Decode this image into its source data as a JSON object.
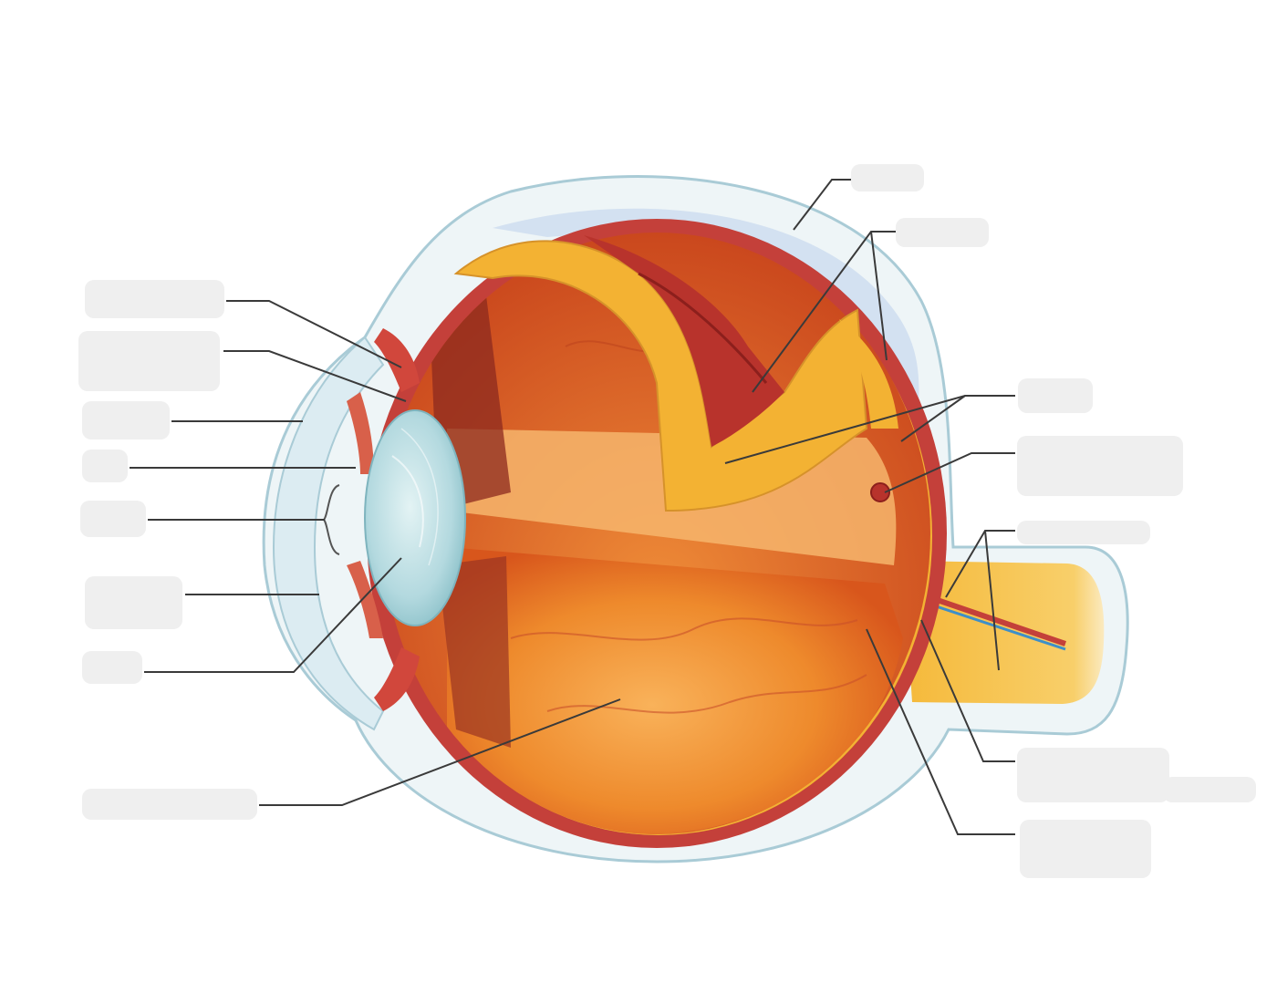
{
  "figure": {
    "kind": "eye-anatomy-blank-labels",
    "colors": {
      "background": "#ffffff",
      "sclera_outer": "#eef5f7",
      "sclera_outline": "#a9cbd6",
      "choroid": "#c4403a",
      "retina": "#f3b233",
      "vitreous": "#e8731e",
      "vitreous_light": "#f7a24a",
      "lens": "#b9dde2",
      "leader_line": "#3a3a3a",
      "label_box": "#efefef"
    }
  },
  "labels": [
    {
      "id": "label-1",
      "text": ""
    },
    {
      "id": "label-2",
      "text": ""
    },
    {
      "id": "label-3",
      "text": ""
    },
    {
      "id": "label-4",
      "text": ""
    },
    {
      "id": "label-5",
      "text": ""
    },
    {
      "id": "label-6",
      "text": ""
    },
    {
      "id": "label-7",
      "text": ""
    },
    {
      "id": "label-8",
      "text": ""
    },
    {
      "id": "label-9",
      "text": ""
    },
    {
      "id": "label-10",
      "text": ""
    },
    {
      "id": "label-11",
      "text": ""
    },
    {
      "id": "label-12",
      "text": ""
    },
    {
      "id": "label-13",
      "text": ""
    },
    {
      "id": "label-14",
      "text": ""
    },
    {
      "id": "label-15",
      "text": ""
    },
    {
      "id": "label-16",
      "text": ""
    }
  ]
}
